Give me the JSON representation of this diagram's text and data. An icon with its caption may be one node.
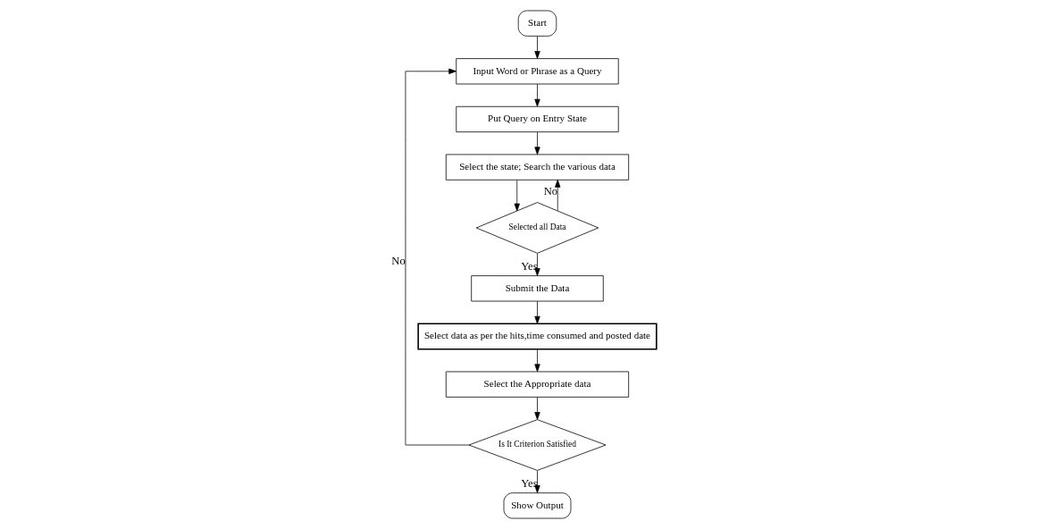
{
  "diagram": {
    "nodes": [
      {
        "text": [
          "Start"
        ]
      },
      {
        "text": [
          "Input Word or Phrase as a Query"
        ]
      },
      {
        "text": [
          "Put Query on Entry State"
        ]
      },
      {
        "text": [
          "Select the state; Search the various data"
        ]
      },
      {
        "text": [
          "Selected all Data"
        ]
      },
      {
        "text": [
          "Submit the Data"
        ]
      },
      {
        "text": [
          "Select data as per the hits,time consumed and posted date"
        ]
      },
      {
        "text": [
          "Select the Appropriate data"
        ]
      },
      {
        "text": [
          "Is It Criterion Satisfied"
        ]
      },
      {
        "text": [
          "Show Output"
        ]
      }
    ],
    "edges": [
      {
        "from": 0,
        "to": 1,
        "arrow": "to"
      },
      {
        "from": 1,
        "to": 2,
        "arrow": "to"
      },
      {
        "from": 2,
        "to": 3,
        "arrow": "to"
      },
      {
        "from": 3,
        "to": 4,
        "arrow": "to"
      },
      {
        "from": 4,
        "to": 3,
        "arrow": "to",
        "label": "No"
      },
      {
        "from": 4,
        "to": 5,
        "arrow": "to",
        "label": "Yes"
      },
      {
        "from": 5,
        "to": 6,
        "arrow": "to"
      },
      {
        "from": 6,
        "to": 7,
        "arrow": "to"
      },
      {
        "from": 7,
        "to": 8,
        "arrow": "to"
      },
      {
        "from": 8,
        "to": 1,
        "arrow": "to",
        "label": "No"
      },
      {
        "from": 8,
        "to": 9,
        "arrow": "to",
        "label": "Yes"
      }
    ]
  }
}
